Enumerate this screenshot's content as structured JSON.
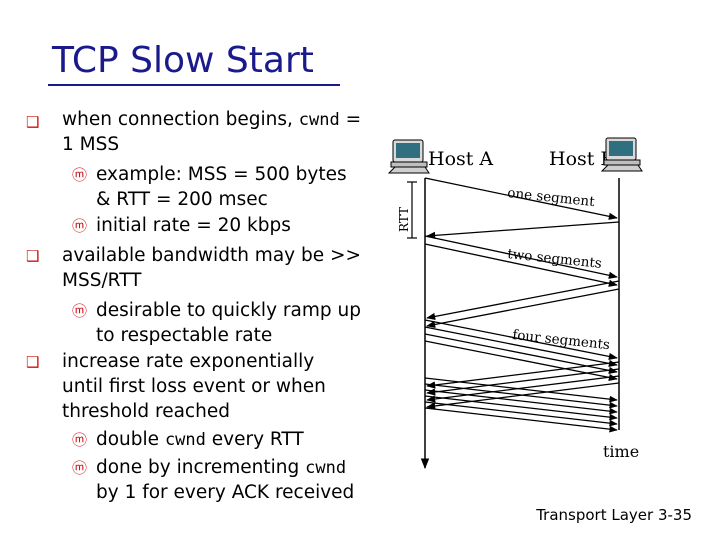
{
  "slide": {
    "title": "TCP Slow Start",
    "footer": "Transport Layer  3-35"
  },
  "bullets": {
    "b1": {
      "a": "when connection begins, ",
      "code": "cwnd",
      "b": " =",
      "cont": "1 MSS"
    },
    "s1": {
      "l1": "example: MSS = 500 bytes",
      "l2": "& RTT = 200 msec"
    },
    "s2": {
      "l1": "initial rate = 20 kbps"
    },
    "b2": {
      "l1": "available bandwidth may be >>",
      "l2": "MSS/RTT"
    },
    "s3": {
      "l1": "desirable to quickly ramp up",
      "l2": "to respectable rate"
    },
    "b3": {
      "l1": "increase rate exponentially",
      "l2": "until first loss event or when",
      "l3": "threshold reached"
    },
    "s4": {
      "a": "double ",
      "code": "cwnd",
      "b": " every RTT"
    },
    "s5": {
      "a": "done by incrementing ",
      "code": "cwnd",
      "l2": "by 1 for every ACK received"
    }
  },
  "diagram": {
    "host_a": "Host A",
    "host_b": "Host B",
    "rtt_label": "RTT",
    "labels": {
      "one": "one segment",
      "two": "two segments",
      "four": "four segments"
    },
    "time_label": "time",
    "icon": "computer-icon",
    "colors": {
      "title": "#1a1a8c",
      "bullet": "#cc1111",
      "screen": "#2f6f7f"
    }
  }
}
